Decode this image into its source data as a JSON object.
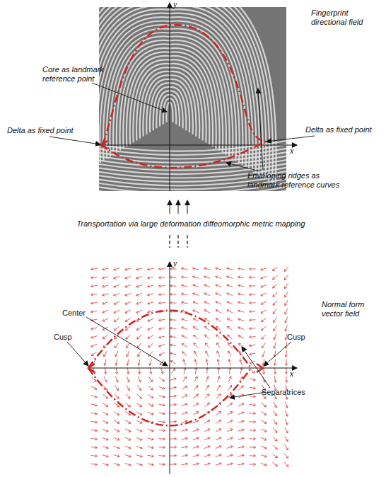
{
  "diagram": {
    "labels": [
      "y",
      "x",
      "Fingerprint directional field",
      "Core as landmark reference point",
      "Delta as fixed point",
      "Delta as fixed point",
      "Enveloping ridges as landmark reference curves",
      "Transportation via large deformation diffeomorphic metric mapping",
      "y",
      "x",
      "Normal form vector field",
      "Center",
      "Cusp",
      "Cusp",
      "Separatrices"
    ]
  }
}
